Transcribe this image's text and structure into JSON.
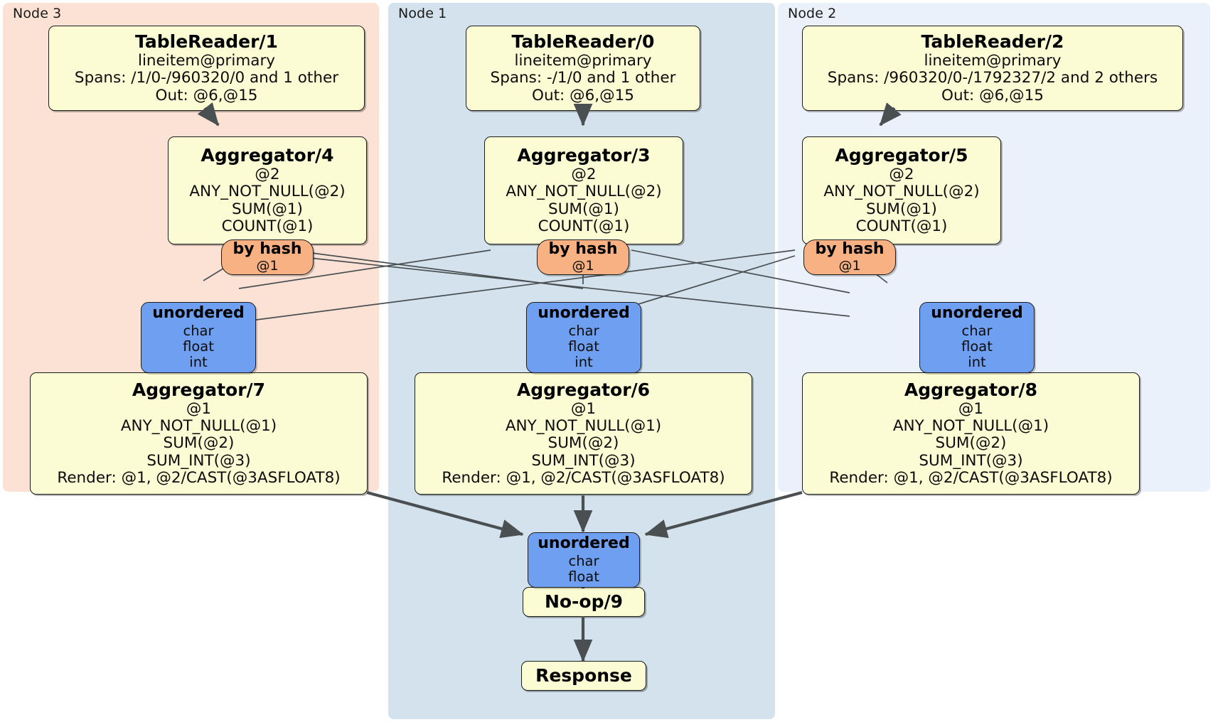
{
  "diagram": {
    "title": "Distributed SQL physical plan",
    "colors": {
      "node3_panel": "#fbe2d5",
      "node1_panel": "#d3e2ec",
      "node2_panel": "#eaf1fb",
      "processor_box": "#fbfbd4",
      "router_box": "#f7b183",
      "synchronizer_box": "#6f9ff0",
      "edge": "#4a4f52",
      "border": "#1c1c1c"
    }
  },
  "panels": [
    {
      "id": "node3",
      "label": "Node 3"
    },
    {
      "id": "node1",
      "label": "Node 1"
    },
    {
      "id": "node2",
      "label": "Node 2"
    }
  ],
  "nodes": {
    "tablereader_1": {
      "title": "TableReader/1",
      "lines": [
        "lineitem@primary",
        "Spans: /1/0-/960320/0 and 1 other",
        "Out: @6,@15"
      ]
    },
    "tablereader_0": {
      "title": "TableReader/0",
      "lines": [
        "lineitem@primary",
        "Spans: -/1/0 and 1 other",
        "Out: @6,@15"
      ]
    },
    "tablereader_2": {
      "title": "TableReader/2",
      "lines": [
        "lineitem@primary",
        "Spans: /960320/0-/1792327/2 and 2 others",
        "Out: @6,@15"
      ]
    },
    "aggregator_4": {
      "title": "Aggregator/4",
      "lines": [
        "@2",
        "ANY_NOT_NULL(@2)",
        "SUM(@1)",
        "COUNT(@1)"
      ]
    },
    "aggregator_3": {
      "title": "Aggregator/3",
      "lines": [
        "@2",
        "ANY_NOT_NULL(@2)",
        "SUM(@1)",
        "COUNT(@1)"
      ]
    },
    "aggregator_5": {
      "title": "Aggregator/5",
      "lines": [
        "@2",
        "ANY_NOT_NULL(@2)",
        "SUM(@1)",
        "COUNT(@1)"
      ]
    },
    "byhash_left": {
      "title": "by hash",
      "lines": [
        "@1"
      ]
    },
    "byhash_center": {
      "title": "by hash",
      "lines": [
        "@1"
      ]
    },
    "byhash_right": {
      "title": "by hash",
      "lines": [
        "@1"
      ]
    },
    "unordered_left": {
      "title": "unordered",
      "lines": [
        "char",
        "float",
        "int"
      ]
    },
    "unordered_center": {
      "title": "unordered",
      "lines": [
        "char",
        "float",
        "int"
      ]
    },
    "unordered_right": {
      "title": "unordered",
      "lines": [
        "char",
        "float",
        "int"
      ]
    },
    "aggregator_7": {
      "title": "Aggregator/7",
      "lines": [
        "@1",
        "ANY_NOT_NULL(@1)",
        "SUM(@2)",
        "SUM_INT(@3)",
        "Render: @1, @2/CAST(@3ASFLOAT8)"
      ]
    },
    "aggregator_6": {
      "title": "Aggregator/6",
      "lines": [
        "@1",
        "ANY_NOT_NULL(@1)",
        "SUM(@2)",
        "SUM_INT(@3)",
        "Render: @1, @2/CAST(@3ASFLOAT8)"
      ]
    },
    "aggregator_8": {
      "title": "Aggregator/8",
      "lines": [
        "@1",
        "ANY_NOT_NULL(@1)",
        "SUM(@2)",
        "SUM_INT(@3)",
        "Render: @1, @2/CAST(@3ASFLOAT8)"
      ]
    },
    "unordered_final": {
      "title": "unordered",
      "lines": [
        "char",
        "float"
      ]
    },
    "noop_9": {
      "title": "No-op/9",
      "lines": []
    },
    "response": {
      "title": "Response",
      "lines": []
    }
  }
}
